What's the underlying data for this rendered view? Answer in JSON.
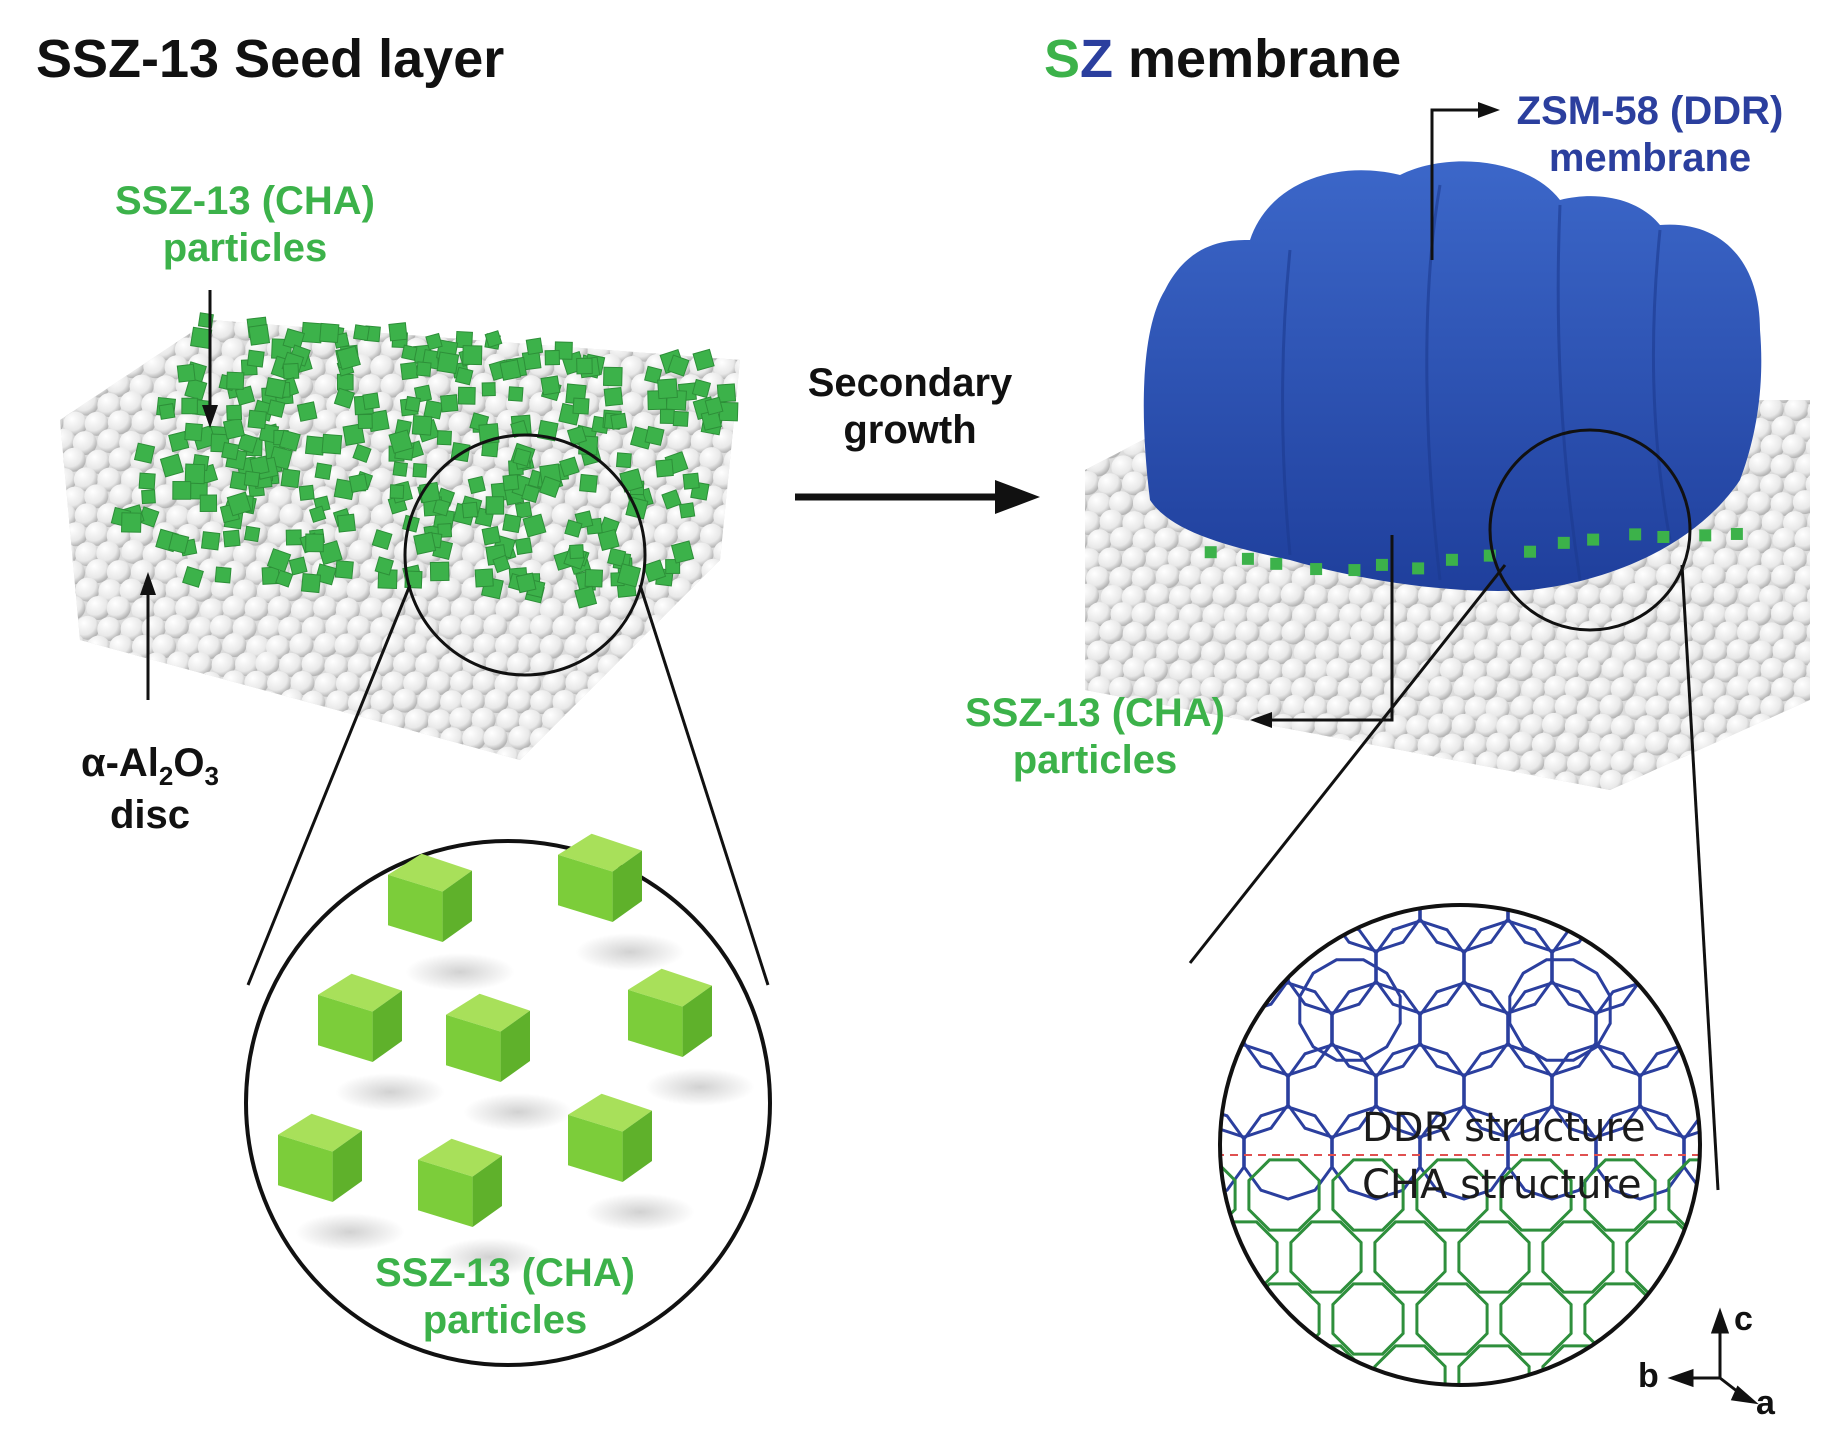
{
  "left_panel": {
    "title": "SSZ-13 Seed layer",
    "particles_label_top": [
      "SSZ-13 (CHA)",
      "particles"
    ],
    "substrate_label": {
      "prefix": "α-Al",
      "sub1": "2",
      "mid": "O",
      "sub2": "3",
      "line2": "disc"
    },
    "zoom_particles_label": [
      "SSZ-13 (CHA)",
      "particles"
    ]
  },
  "process": {
    "label": [
      "Secondary",
      "growth"
    ]
  },
  "right_panel": {
    "title_s": "S",
    "title_z": "Z",
    "title_rest": " membrane",
    "ddr_label": [
      "ZSM-58 (DDR)",
      "membrane"
    ],
    "cha_label": [
      "SSZ-13 (CHA)",
      "particles"
    ],
    "ddr_structure": "DDR structure",
    "cha_structure": "CHA structure",
    "axes": {
      "c": "c",
      "b": "b",
      "a": "a"
    }
  },
  "colors": {
    "cha_green": "#3cb24a",
    "ddr_blue": "#2b3f9e",
    "membrane_blue": "#2a52b3",
    "crystal_green": "#7ccd3a",
    "divider_red": "#e05050"
  }
}
